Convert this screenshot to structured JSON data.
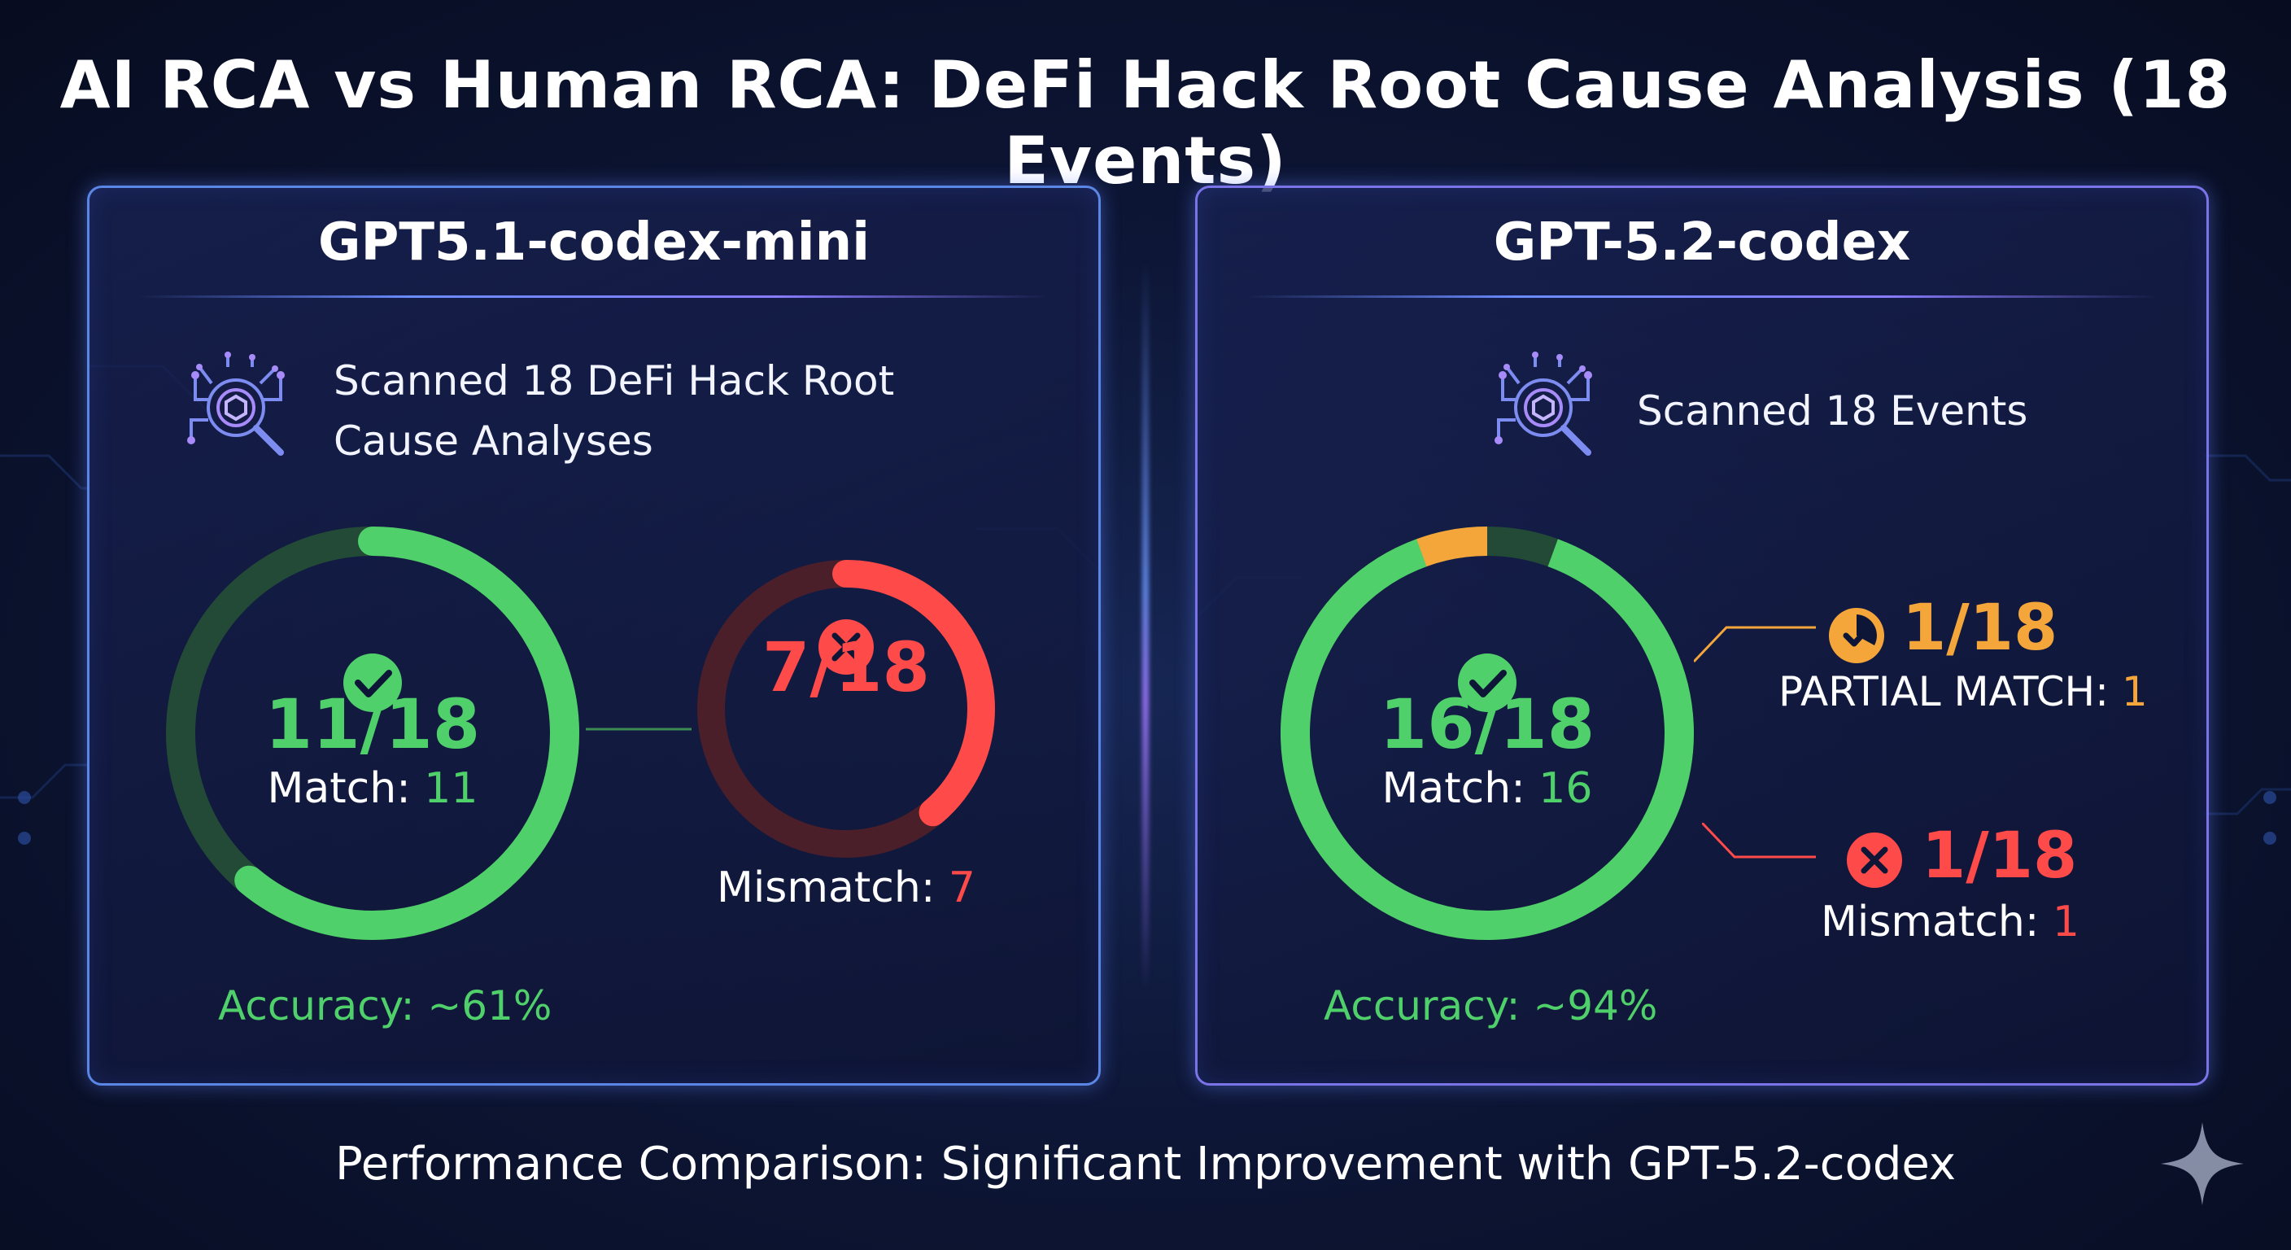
{
  "title": "AI RCA vs Human RCA: DeFi Hack Root Cause Analysis (18 Events)",
  "footer": "Performance Comparison: Significant Improvement with GPT-5.2-codex",
  "colors": {
    "match": "#4fd06a",
    "mismatch": "#ff4a4a",
    "partial": "#f4a63a",
    "track_green": "#234a36",
    "track_red": "#4a1f2a"
  },
  "panels": {
    "left": {
      "model": "GPT5.1-codex-mini",
      "scan_icon": "network-search-icon",
      "scan_line1": "Scanned 18 DeFi Hack Root",
      "scan_line2": "Cause Analyses",
      "match_ratio": "11/18",
      "match_prefix": "Match: ",
      "match_value": "11",
      "mismatch_ratio": "7/18",
      "mismatch_prefix": "Mismatch: ",
      "mismatch_value": "7",
      "accuracy": "Accuracy: ~61%"
    },
    "right": {
      "model": "GPT-5.2-codex",
      "scan_icon": "network-search-icon",
      "scan_line1": "Scanned 18 Events",
      "match_ratio": "16/18",
      "match_prefix": "Match: ",
      "match_value": "16",
      "partial_ratio": "1/18",
      "partial_prefix": "PARTIAL MATCH: ",
      "partial_value": "1",
      "mismatch_ratio": "1/18",
      "mismatch_prefix": "Mismatch: ",
      "mismatch_value": "1",
      "accuracy": "Accuracy: ~94%"
    }
  },
  "chart_data": [
    {
      "type": "donut",
      "title": "GPT5.1-codex-mini",
      "total": 18,
      "series": [
        {
          "name": "Match",
          "values": [
            11
          ]
        },
        {
          "name": "Mismatch",
          "values": [
            7
          ]
        }
      ],
      "accuracy_pct": 61
    },
    {
      "type": "donut",
      "title": "GPT-5.2-codex",
      "total": 18,
      "series": [
        {
          "name": "Match",
          "values": [
            16
          ]
        },
        {
          "name": "PARTIAL MATCH",
          "values": [
            1
          ]
        },
        {
          "name": "Mismatch",
          "values": [
            1
          ]
        }
      ],
      "accuracy_pct": 94
    }
  ]
}
